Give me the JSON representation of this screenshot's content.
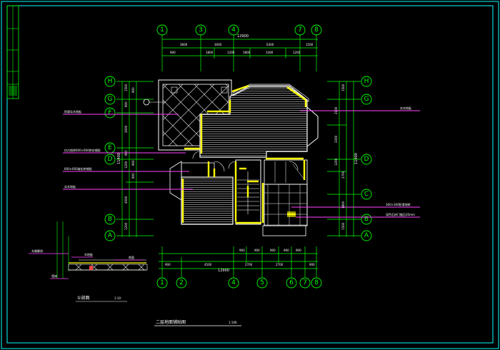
{
  "drawing": {
    "title": "二层地面铺贴图",
    "scale": "1:100",
    "section_title": "①剖面",
    "section_scale": "1:10"
  },
  "grid_axes": {
    "top": [
      "1",
      "3",
      "4",
      "7",
      "8"
    ],
    "bottom": [
      "1",
      "2",
      "4",
      "5",
      "6",
      "7",
      "8"
    ],
    "left": [
      "H",
      "G",
      "F",
      "E",
      "D",
      "B",
      "A"
    ],
    "right": [
      "H",
      "G",
      "D",
      "C",
      "B",
      "A"
    ]
  },
  "dimensions": {
    "top_overall": "12900",
    "bottom_overall": "12900",
    "left_overall": "11400",
    "right_overall": "11400"
  },
  "colors": {
    "background": "#000000",
    "frame": "#00ffff",
    "axis": "#00ff00",
    "wall_highlight": "#ffff00",
    "leader": "#ff44ff",
    "hatch": "#bbbbbb"
  }
}
